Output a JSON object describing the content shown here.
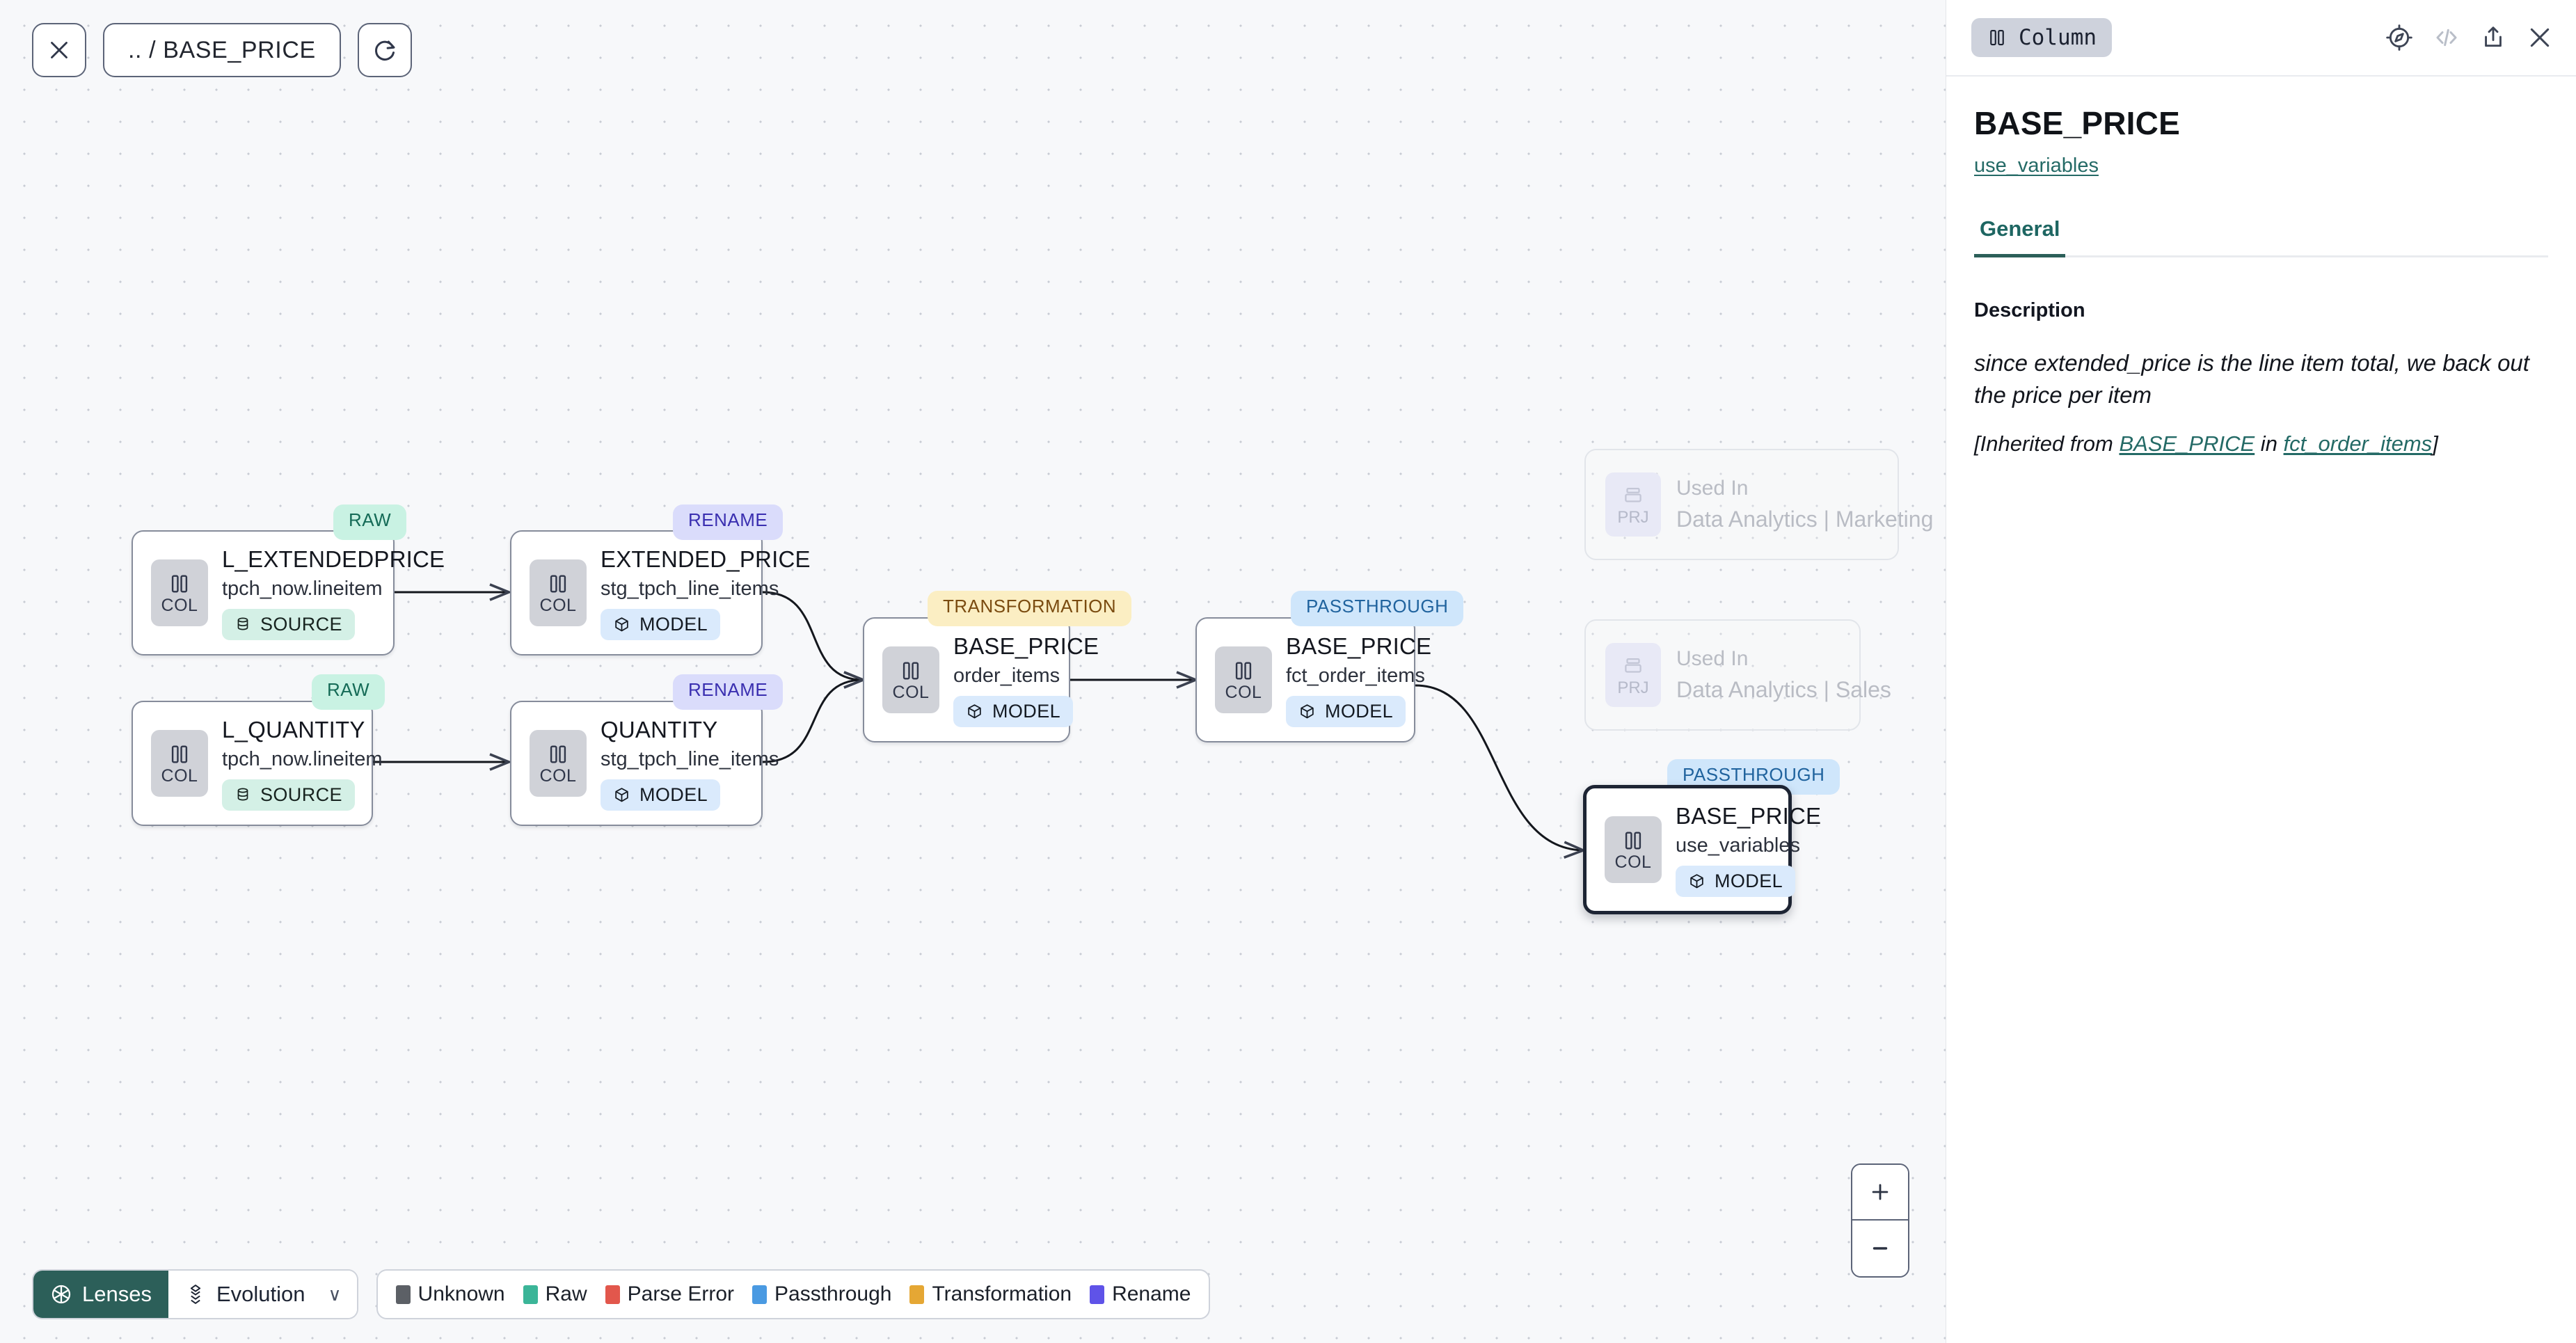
{
  "toolbar": {
    "close_label": "close-icon",
    "breadcrumb": ".. / BASE_PRICE",
    "refresh_label": "refresh-icon"
  },
  "graph": {
    "nodes": [
      {
        "id": "l_extendedprice",
        "title": "L_EXTENDEDPRICE",
        "subtitle": "tpch_now.lineitem",
        "kind": "COL",
        "materialization": "SOURCE",
        "tag": "RAW"
      },
      {
        "id": "l_quantity",
        "title": "L_QUANTITY",
        "subtitle": "tpch_now.lineitem",
        "kind": "COL",
        "materialization": "SOURCE",
        "tag": "RAW"
      },
      {
        "id": "extended_price",
        "title": "EXTENDED_PRICE",
        "subtitle": "stg_tpch_line_items",
        "kind": "COL",
        "materialization": "MODEL",
        "tag": "RENAME"
      },
      {
        "id": "quantity",
        "title": "QUANTITY",
        "subtitle": "stg_tpch_line_items",
        "kind": "COL",
        "materialization": "MODEL",
        "tag": "RENAME"
      },
      {
        "id": "base_price_order_items",
        "title": "BASE_PRICE",
        "subtitle": "order_items",
        "kind": "COL",
        "materialization": "MODEL",
        "tag": "TRANSFORMATION"
      },
      {
        "id": "base_price_fct_order_items",
        "title": "BASE_PRICE",
        "subtitle": "fct_order_items",
        "kind": "COL",
        "materialization": "MODEL",
        "tag": "PASSTHROUGH"
      },
      {
        "id": "base_price_use_variables",
        "title": "BASE_PRICE",
        "subtitle": "use_variables",
        "kind": "COL",
        "materialization": "MODEL",
        "tag": "PASSTHROUGH",
        "selected": true
      }
    ],
    "ghost_nodes": [
      {
        "id": "used-in-marketing",
        "chip": "PRJ",
        "line1": "Used In",
        "line2": "Data Analytics | Marketing"
      },
      {
        "id": "used-in-sales",
        "chip": "PRJ",
        "line1": "Used In",
        "line2": "Data Analytics | Sales"
      }
    ]
  },
  "controls": {
    "lenses_label": "Lenses",
    "evolution_label": "Evolution",
    "evolution_caret": "∨",
    "zoom_in": "+",
    "zoom_out": "–"
  },
  "legend": {
    "items": [
      {
        "label": "Unknown",
        "color": "#5c6066"
      },
      {
        "label": "Raw",
        "color": "#3bb598"
      },
      {
        "label": "Parse Error",
        "color": "#e2574c"
      },
      {
        "label": "Passthrough",
        "color": "#4a9ae2"
      },
      {
        "label": "Transformation",
        "color": "#e5a734"
      },
      {
        "label": "Rename",
        "color": "#5f53e8"
      }
    ]
  },
  "panel": {
    "type_pill": "Column",
    "icons": [
      "compass-icon",
      "code-icon",
      "share-icon",
      "close-icon"
    ],
    "title": "BASE_PRICE",
    "model_link": "use_variables",
    "tabs": [
      {
        "label": "General",
        "active": true
      }
    ],
    "description_label": "Description",
    "description_text": "since extended_price is the line item total, we back out the price per item",
    "inherited_prefix": "[Inherited from ",
    "inherited_column": "BASE_PRICE",
    "inherited_mid": " in ",
    "inherited_model": "fct_order_items",
    "inherited_suffix": "]"
  },
  "colors": {
    "accent_teal": "#2c5f59",
    "link": "#246a66",
    "canvas_bg": "#f7f8fa"
  }
}
